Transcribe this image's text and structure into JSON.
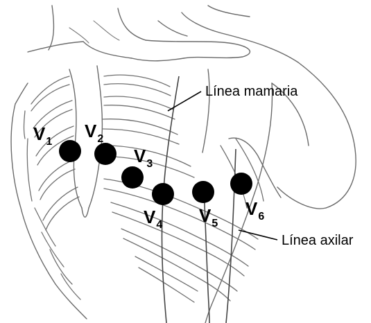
{
  "diagram": {
    "electrodes": [
      {
        "id": "V1",
        "letter": "V",
        "sub": "1"
      },
      {
        "id": "V2",
        "letter": "V",
        "sub": "2"
      },
      {
        "id": "V3",
        "letter": "V",
        "sub": "3"
      },
      {
        "id": "V4",
        "letter": "V",
        "sub": "4"
      },
      {
        "id": "V5",
        "letter": "V",
        "sub": "5"
      },
      {
        "id": "V6",
        "letter": "V",
        "sub": "6"
      }
    ],
    "reference_lines": {
      "mamaria": "Línea mamaria",
      "axilar": "Línea axilar"
    },
    "colors": {
      "electrode": "#000000",
      "sketch": "#6a6a6a",
      "background": "#ffffff"
    }
  }
}
